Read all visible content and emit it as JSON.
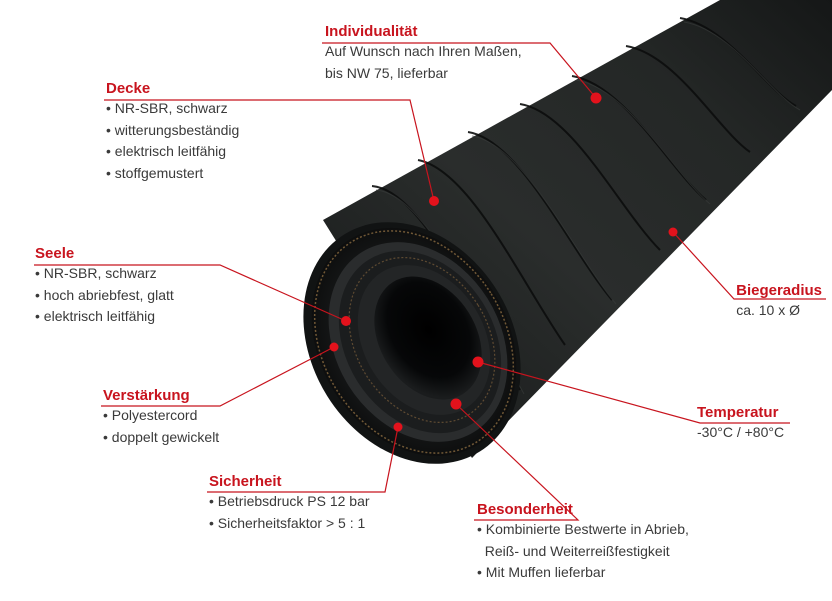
{
  "colors": {
    "accent": "#c8141e",
    "text": "#3a3a3a",
    "hose": "#1d2020"
  },
  "image": "black-rubber-hose-photo",
  "callouts": {
    "individualitaet": {
      "title": "Individualität",
      "lines": [
        "Auf Wunsch nach Ihren Maßen,",
        "bis NW 75, lieferbar"
      ]
    },
    "decke": {
      "title": "Decke",
      "lines": [
        "• NR-SBR, schwarz",
        "• witterungsbeständig",
        "• elektrisch leitfähig",
        "• stoffgemustert"
      ]
    },
    "seele": {
      "title": "Seele",
      "lines": [
        "• NR-SBR, schwarz",
        "• hoch abriebfest, glatt",
        "• elektrisch leitfähig"
      ]
    },
    "verstaerkung": {
      "title": "Verstärkung",
      "lines": [
        "• Polyestercord",
        "• doppelt gewickelt"
      ]
    },
    "sicherheit": {
      "title": "Sicherheit",
      "lines": [
        "• Betriebsdruck PS 12 bar",
        "• Sicherheitsfaktor > 5 : 1"
      ]
    },
    "besonderheit": {
      "title": "Besonderheit",
      "lines": [
        "• Kombinierte Bestwerte in Abrieb,",
        "  Reiß- und Weiterreißfestigkeit",
        "• Mit Muffen lieferbar"
      ]
    },
    "biegeradius": {
      "title": "Biegeradius",
      "lines": [
        "ca. 10 x Ø"
      ]
    },
    "temperatur": {
      "title": "Temperatur",
      "lines": [
        "-30°C / +80°C"
      ]
    }
  }
}
